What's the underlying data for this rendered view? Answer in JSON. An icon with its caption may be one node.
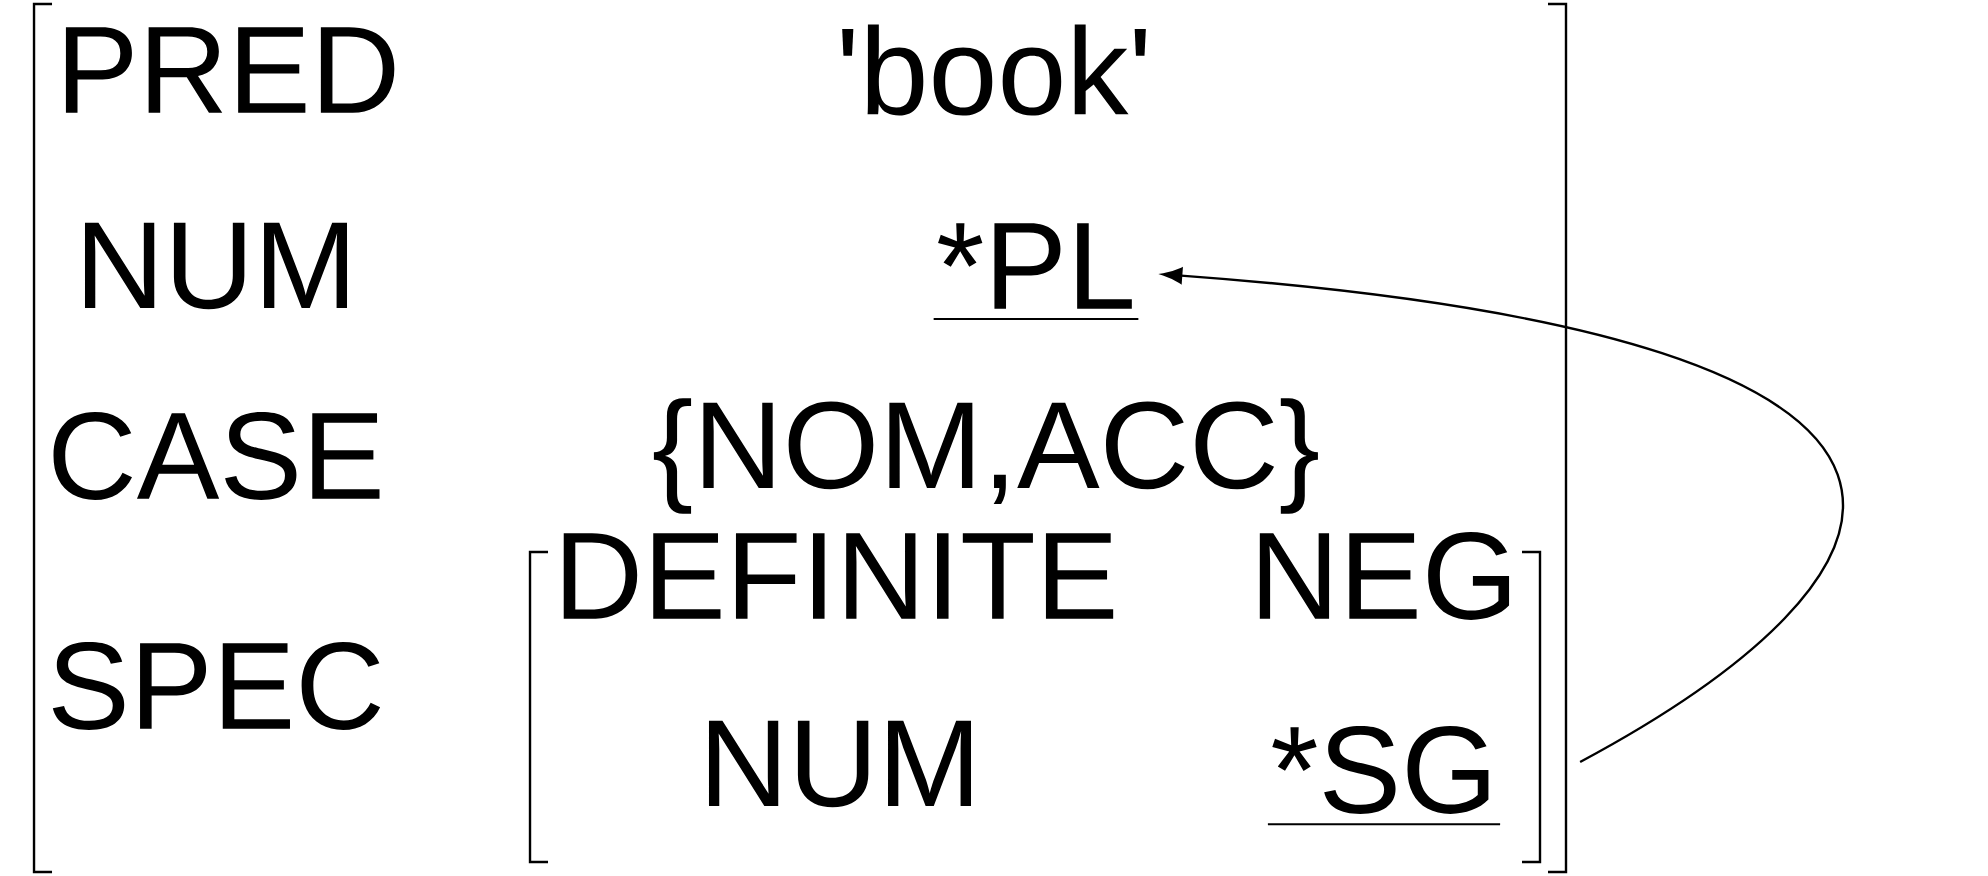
{
  "diagram": {
    "nodes": [
      {
        "text": [
          "*PL"
        ]
      },
      {
        "text": [
          "*SG"
        ]
      }
    ],
    "edges": [
      {
        "from": 1,
        "to": 0,
        "arrow": "to"
      }
    ],
    "labels": [
      "PRED",
      "'book'",
      "NUM",
      "CASE",
      "{NOM,ACC}",
      "SPEC",
      "DEFINITE",
      "NEG",
      "NUM"
    ]
  }
}
